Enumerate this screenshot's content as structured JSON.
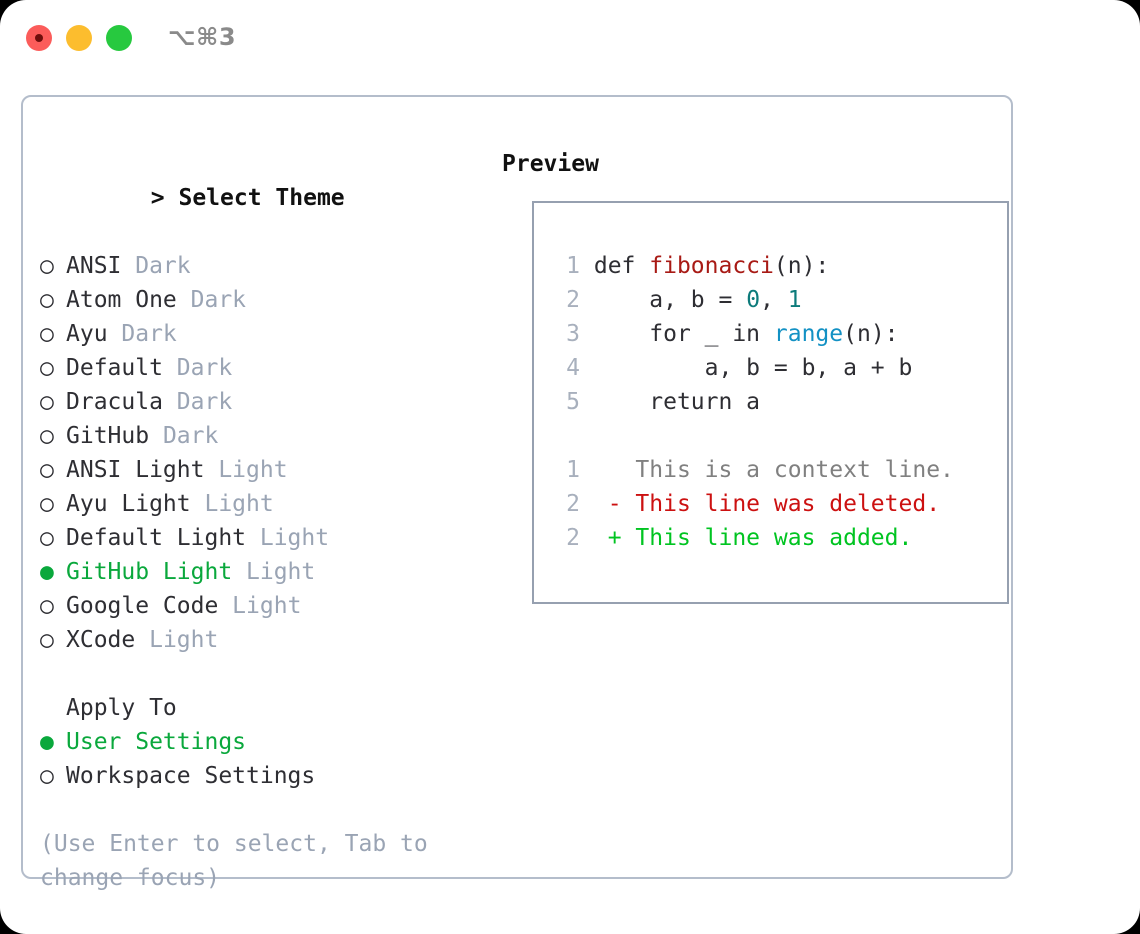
{
  "titlebar": {
    "shortcut": "⌥⌘3",
    "lights": [
      {
        "name": "close",
        "color": "#fb5c5a"
      },
      {
        "name": "minimize",
        "color": "#fcbd2e"
      },
      {
        "name": "maximize",
        "color": "#27c93f"
      }
    ]
  },
  "theme_section": {
    "caret": "> ",
    "title": "Select Theme",
    "items": [
      {
        "marker": "○",
        "label": "ANSI",
        "variant": "Dark",
        "selected": false
      },
      {
        "marker": "○",
        "label": "Atom One",
        "variant": "Dark",
        "selected": false
      },
      {
        "marker": "○",
        "label": "Ayu",
        "variant": "Dark",
        "selected": false
      },
      {
        "marker": "○",
        "label": "Default",
        "variant": "Dark",
        "selected": false
      },
      {
        "marker": "○",
        "label": "Dracula",
        "variant": "Dark",
        "selected": false
      },
      {
        "marker": "○",
        "label": "GitHub",
        "variant": "Dark",
        "selected": false
      },
      {
        "marker": "○",
        "label": "ANSI Light",
        "variant": "Light",
        "selected": false
      },
      {
        "marker": "○",
        "label": "Ayu Light",
        "variant": "Light",
        "selected": false
      },
      {
        "marker": "○",
        "label": "Default Light",
        "variant": "Light",
        "selected": false
      },
      {
        "marker": "●",
        "label": "GitHub Light",
        "variant": "Light",
        "selected": true
      },
      {
        "marker": "○",
        "label": "Google Code",
        "variant": "Light",
        "selected": false
      },
      {
        "marker": "○",
        "label": "XCode",
        "variant": "Light",
        "selected": false
      }
    ]
  },
  "apply_section": {
    "title": "Apply To",
    "items": [
      {
        "marker": "●",
        "label": "User Settings",
        "selected": true
      },
      {
        "marker": "○",
        "label": "Workspace Settings",
        "selected": false
      }
    ]
  },
  "hint": "(Use Enter to select, Tab to change focus)",
  "preview": {
    "title": "Preview",
    "code_lines": [
      {
        "num": "1",
        "tokens": [
          {
            "text": "def ",
            "type": "plain"
          },
          {
            "text": "fibonacci",
            "type": "fn"
          },
          {
            "text": "(n):",
            "type": "plain"
          }
        ]
      },
      {
        "num": "2",
        "tokens": [
          {
            "text": "    a, b = ",
            "type": "plain"
          },
          {
            "text": "0",
            "type": "num"
          },
          {
            "text": ", ",
            "type": "plain"
          },
          {
            "text": "1",
            "type": "num"
          }
        ]
      },
      {
        "num": "3",
        "tokens": [
          {
            "text": "    for _ in ",
            "type": "plain"
          },
          {
            "text": "range",
            "type": "builtin"
          },
          {
            "text": "(n):",
            "type": "plain"
          }
        ]
      },
      {
        "num": "4",
        "tokens": [
          {
            "text": "        a, b = b, a + b",
            "type": "plain"
          }
        ]
      },
      {
        "num": "5",
        "tokens": [
          {
            "text": "    return a",
            "type": "plain"
          }
        ]
      }
    ],
    "diff_lines": [
      {
        "num": "1",
        "text": "  This is a context line.",
        "type": "ctx"
      },
      {
        "num": "2",
        "text": "- This line was deleted.",
        "type": "del"
      },
      {
        "num": "2",
        "text": "+ This line was added.",
        "type": "add"
      }
    ]
  },
  "colors": {
    "selection_green": "#0aa83c",
    "diff_add": "#00c421",
    "diff_del": "#cc1111",
    "muted": "#9aa4b4",
    "border": "#b4bdcb",
    "preview_border": "#96a0b0",
    "syntax_function": "#a81a15",
    "syntax_number": "#0d7b7b",
    "syntax_builtin": "#1391c4"
  }
}
